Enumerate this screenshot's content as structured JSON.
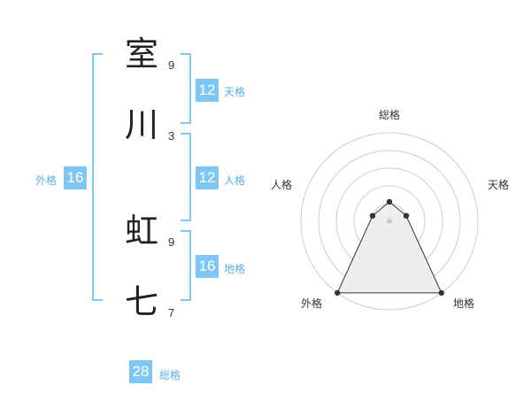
{
  "colors": {
    "accent": "#7ec7f5",
    "label_text": "#5aaee6",
    "char_text": "#222222",
    "grid": "#cccccc",
    "fill": "#eeeeee",
    "line": "#333333"
  },
  "name": {
    "characters": [
      {
        "char": "室",
        "strokes": "9"
      },
      {
        "char": "川",
        "strokes": "3"
      },
      {
        "char": "虹",
        "strokes": "9"
      },
      {
        "char": "七",
        "strokes": "7"
      }
    ]
  },
  "kakusu": {
    "tenkaku": {
      "value": "12",
      "label": "天格"
    },
    "jinkaku": {
      "value": "12",
      "label": "人格"
    },
    "chikaku": {
      "value": "16",
      "label": "地格"
    },
    "gaikaku": {
      "value": "16",
      "label": "外格"
    },
    "soukaku": {
      "value": "28",
      "label": "総格"
    }
  },
  "radar": {
    "axes": [
      "総格",
      "天格",
      "地格",
      "外格",
      "人格"
    ],
    "levels": [
      0.22,
      0.2,
      1.0,
      1.0,
      0.2
    ]
  }
}
